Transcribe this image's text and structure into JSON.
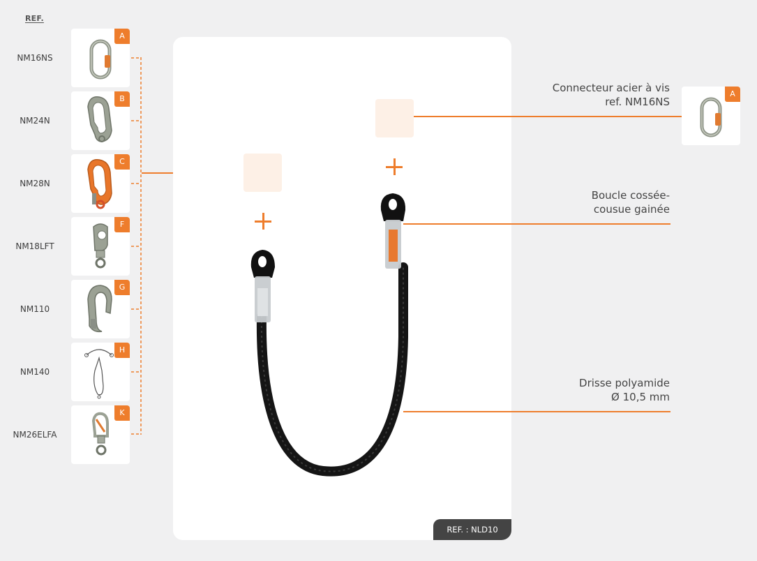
{
  "ref_heading": "REF.",
  "connectors": [
    {
      "ref": "NM16NS",
      "badge": "A",
      "icon": "oval-screwlock-carabiner-icon"
    },
    {
      "ref": "NM24N",
      "badge": "B",
      "icon": "scaffold-hook-icon"
    },
    {
      "ref": "NM28N",
      "badge": "C",
      "icon": "orange-scaffold-hook-icon"
    },
    {
      "ref": "NM18LFT",
      "badge": "F",
      "icon": "swivel-snap-hook-icon"
    },
    {
      "ref": "NM110",
      "badge": "G",
      "icon": "large-scaffold-hook-icon"
    },
    {
      "ref": "NM140",
      "badge": "H",
      "icon": "wire-rebar-hook-icon"
    },
    {
      "ref": "NM26ELFA",
      "badge": "K",
      "icon": "swivel-carabiner-icon"
    }
  ],
  "product": {
    "ref_tag": "REF. : NLD10",
    "image": "black-rope-lanyard-image"
  },
  "callouts": {
    "connector": {
      "line1": "Connecteur acier à vis",
      "line2": "ref. NM16NS",
      "badge": "A"
    },
    "loop": {
      "line1": "Boucle cossée-",
      "line2": "cousue gainée"
    },
    "rope": {
      "line1": "Drisse polyamide",
      "line2": "Ø 10,5 mm"
    }
  },
  "colors": {
    "accent": "#ee7d2c",
    "slot": "#fdf0e6",
    "background": "#f0f0f1",
    "tag": "#444444"
  }
}
